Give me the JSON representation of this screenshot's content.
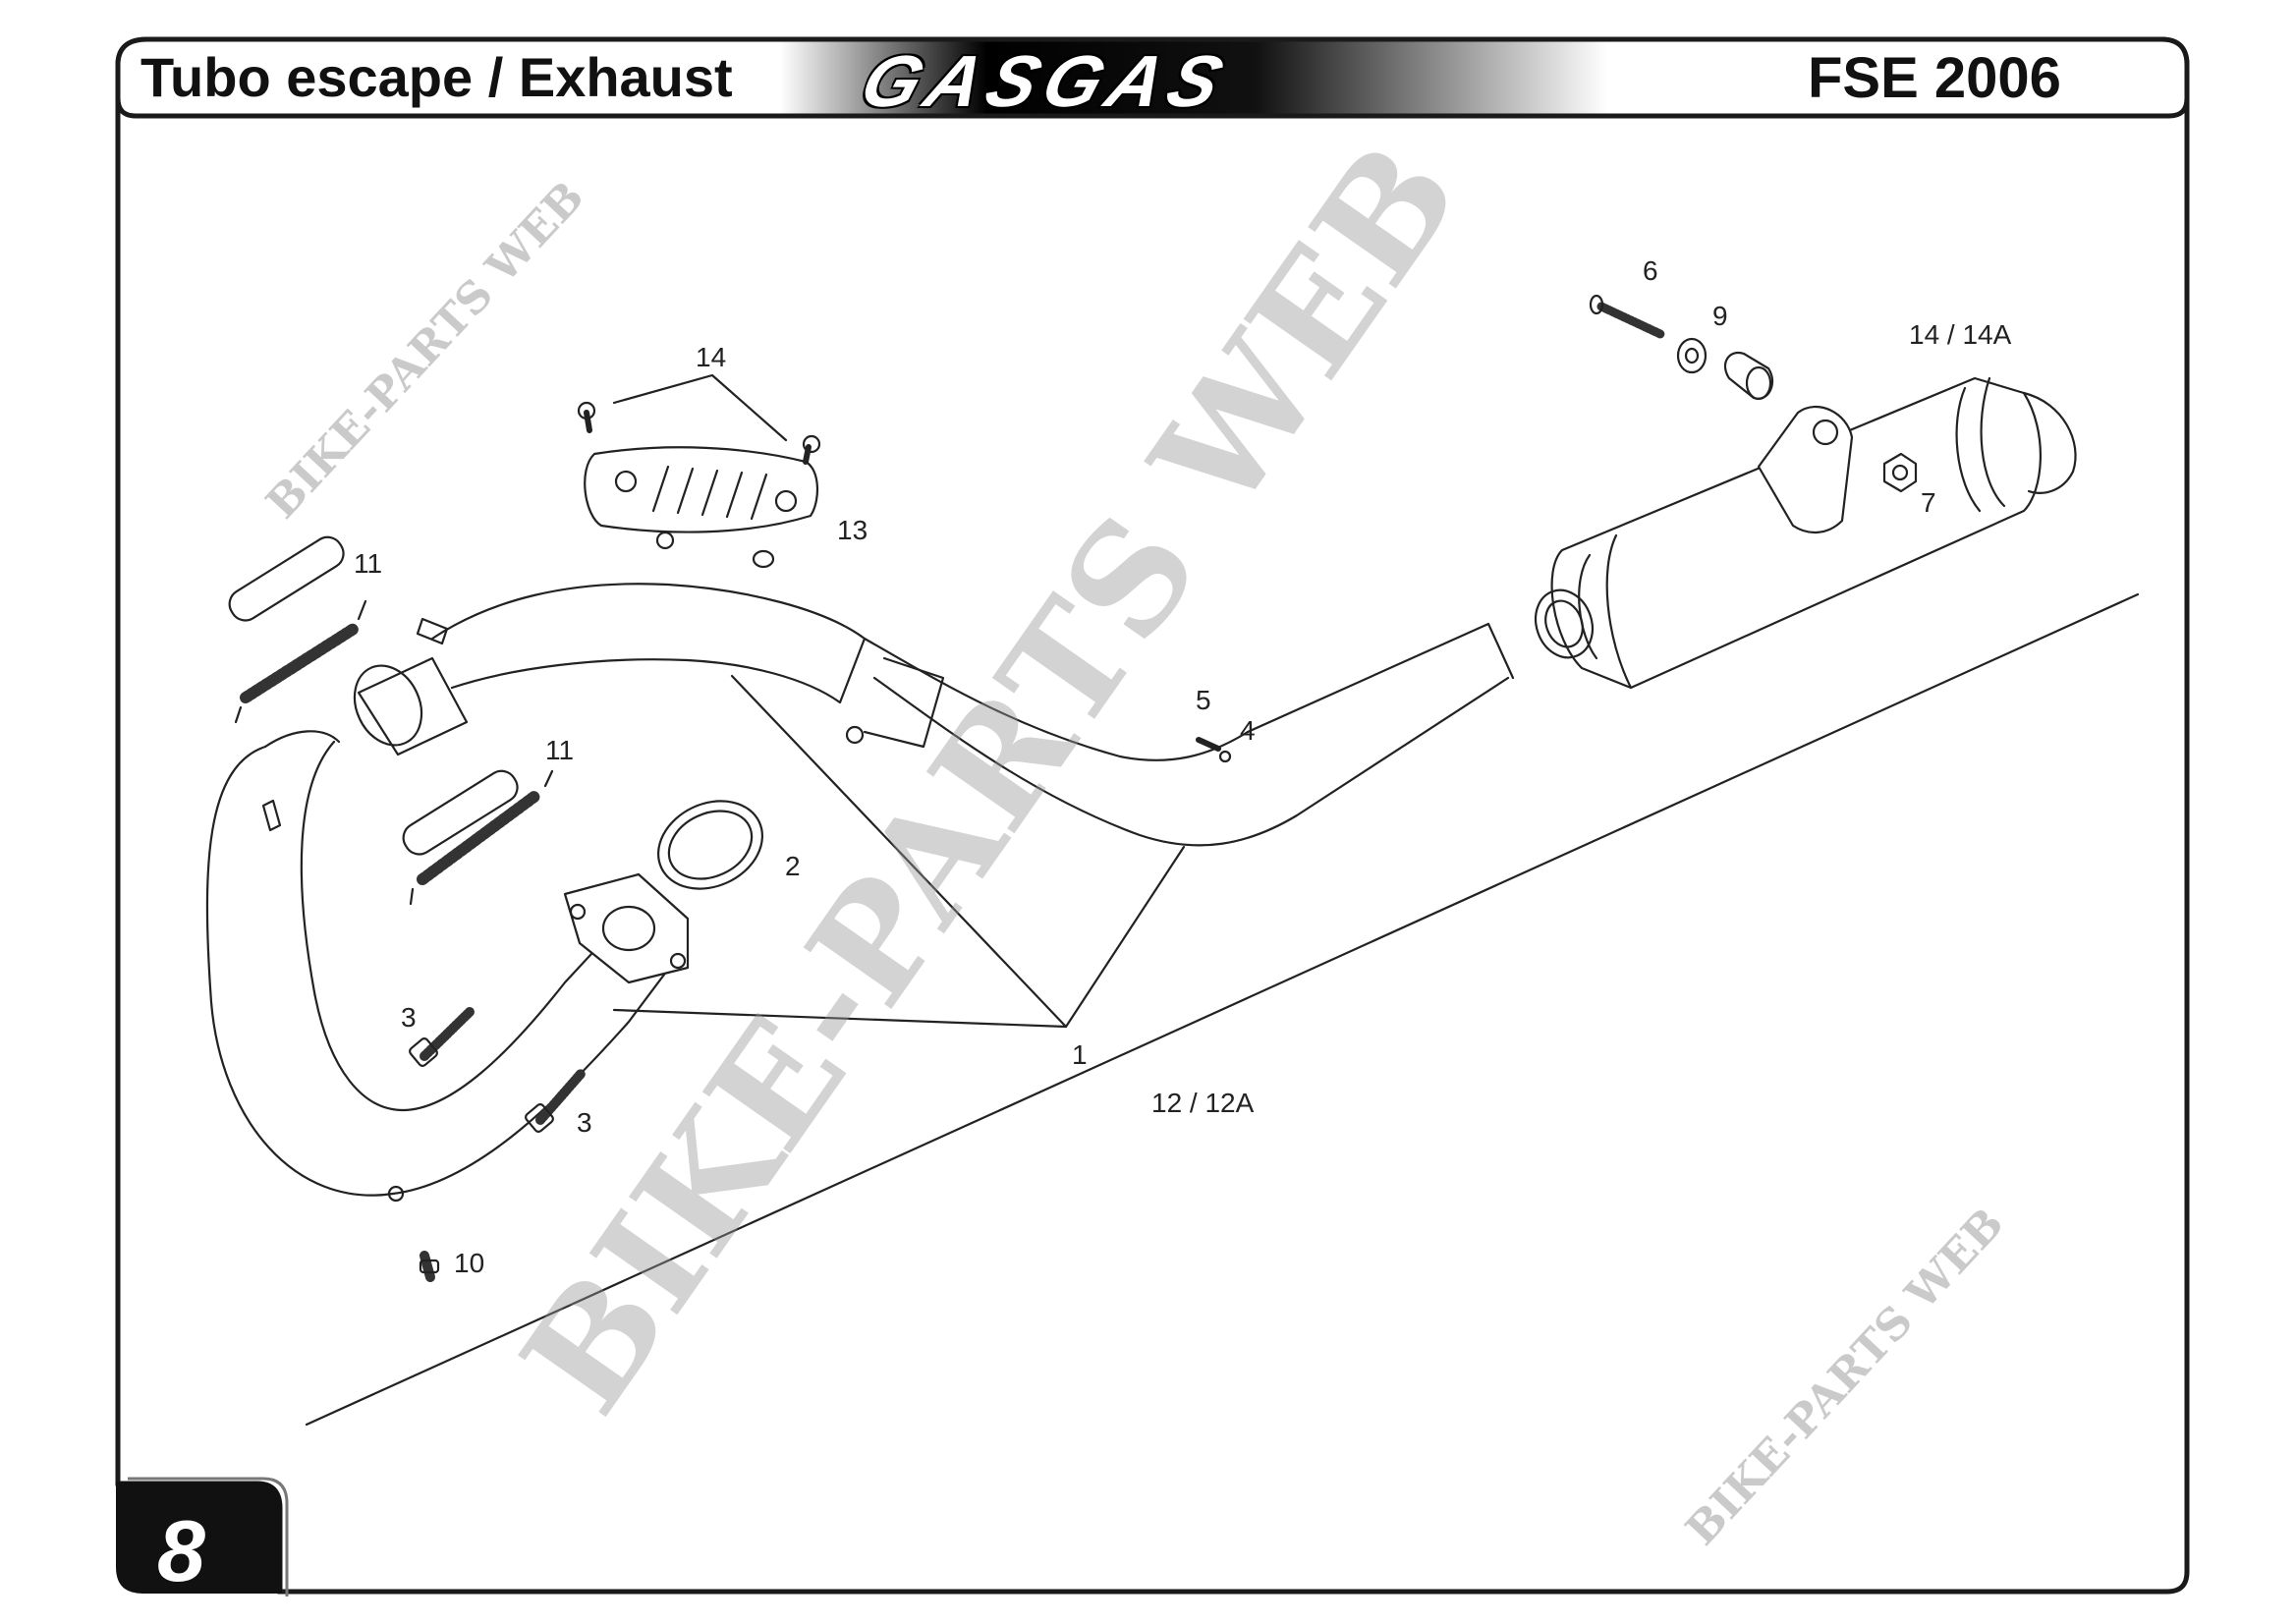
{
  "header": {
    "title": "Tubo escape / Exhaust",
    "brand": "GASGAS",
    "model": "FSE 2006"
  },
  "page_number": "8",
  "watermark": {
    "main": "BIKE-PARTS WEB",
    "small": "BIKE-PARTS WEB"
  },
  "callouts": [
    {
      "id": "c-14-top",
      "text": "14"
    },
    {
      "id": "c-13",
      "text": "13"
    },
    {
      "id": "c-11a",
      "text": "11"
    },
    {
      "id": "c-11b",
      "text": "11"
    },
    {
      "id": "c-2",
      "text": "2"
    },
    {
      "id": "c-3a",
      "text": "3"
    },
    {
      "id": "c-3b",
      "text": "3"
    },
    {
      "id": "c-1",
      "text": "1"
    },
    {
      "id": "c-10",
      "text": "10"
    },
    {
      "id": "c-5",
      "text": "5"
    },
    {
      "id": "c-4",
      "text": "4"
    },
    {
      "id": "c-6",
      "text": "6"
    },
    {
      "id": "c-9",
      "text": "9"
    },
    {
      "id": "c-7",
      "text": "7"
    },
    {
      "id": "c-14a",
      "text": "14 / 14A"
    },
    {
      "id": "c-12a",
      "text": "12 / 12A"
    }
  ],
  "colors": {
    "frame": "#1a1a1a",
    "line": "#222222",
    "watermark": "#9a9a9a"
  }
}
